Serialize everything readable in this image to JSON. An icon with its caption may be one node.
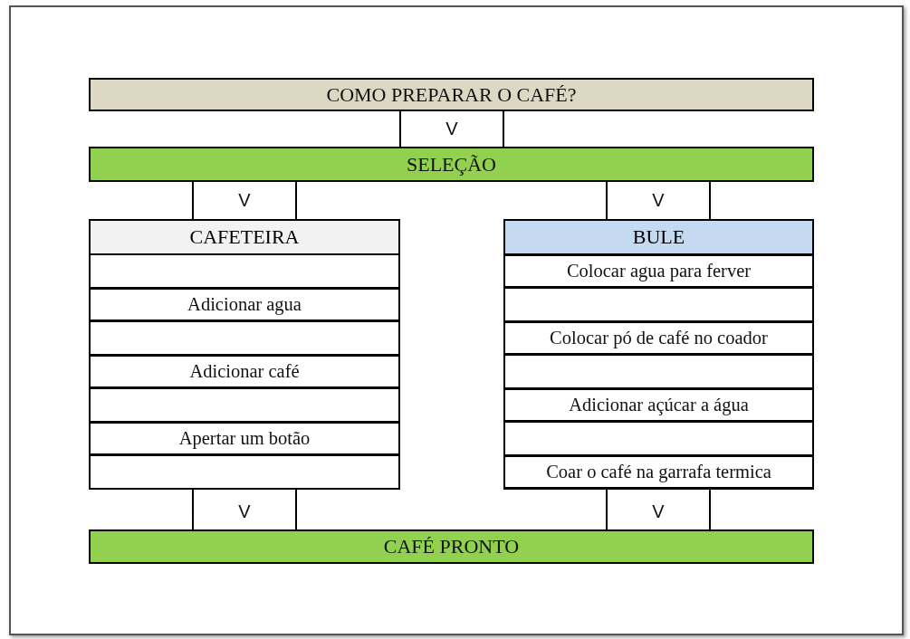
{
  "diagram": {
    "nodes": [
      {
        "text": [
          "COMO PREPARAR O CAFÉ?"
        ]
      },
      {
        "text": [
          "SELEÇÃO"
        ]
      },
      {
        "text": [
          "CAFETEIRA"
        ]
      },
      {
        "text": [],
        "shape": "box",
        "in": 2
      },
      {
        "text": [
          "Adicionar agua"
        ],
        "in": 2
      },
      {
        "text": [],
        "shape": "box",
        "in": 2
      },
      {
        "text": [
          "Adicionar café"
        ],
        "in": 2
      },
      {
        "text": [],
        "shape": "box",
        "in": 2
      },
      {
        "text": [
          "Apertar um botão"
        ],
        "in": 2
      },
      {
        "text": [],
        "shape": "box",
        "in": 2
      },
      {
        "text": [
          "BULE"
        ]
      },
      {
        "text": [
          "Colocar agua para ferver"
        ],
        "in": 10
      },
      {
        "text": [],
        "shape": "box",
        "in": 10
      },
      {
        "text": [
          "Colocar pó de café no coador"
        ],
        "in": 10
      },
      {
        "text": [],
        "shape": "box",
        "in": 10
      },
      {
        "text": [
          "Adicionar açúcar a água"
        ],
        "in": 10
      },
      {
        "text": [],
        "shape": "box",
        "in": 10
      },
      {
        "text": [
          "Coar o café na garrafa termica"
        ],
        "in": 10
      },
      {
        "text": [
          "CAFÉ PRONTO"
        ]
      }
    ],
    "edges": [
      {
        "from": 0,
        "to": 1,
        "arrow": "none"
      },
      {
        "from": 0,
        "to": 1,
        "arrow": "none"
      },
      {
        "from": 1,
        "to": 2,
        "arrow": "none"
      },
      {
        "from": 1,
        "to": 2,
        "arrow": "none"
      },
      {
        "from": 1,
        "to": 10,
        "arrow": "none"
      },
      {
        "from": 1,
        "to": 10,
        "arrow": "none"
      },
      {
        "from": 2,
        "to": 18,
        "arrow": "none"
      },
      {
        "from": 2,
        "to": 18,
        "arrow": "none"
      },
      {
        "from": 10,
        "to": 18,
        "arrow": "none"
      },
      {
        "from": 10,
        "to": 18,
        "arrow": "none"
      }
    ],
    "labels": [
      "V",
      "V",
      "V",
      "V",
      "V"
    ]
  }
}
